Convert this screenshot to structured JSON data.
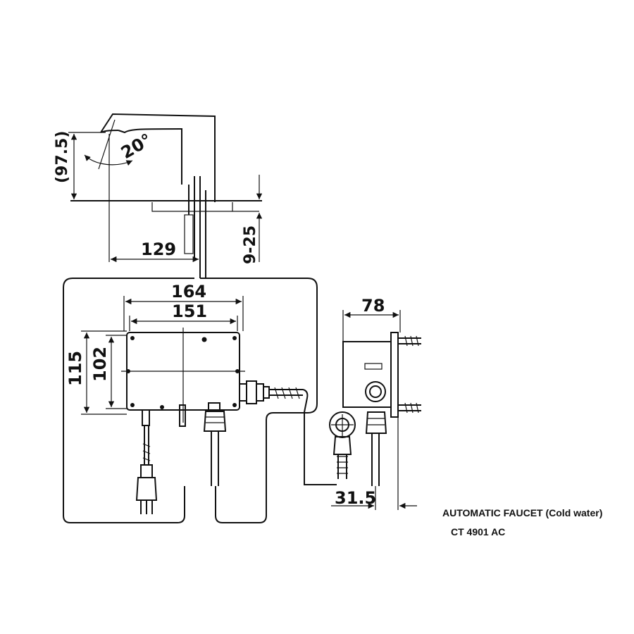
{
  "dimensions": {
    "d97_5": "(97.5)",
    "d20deg": "20°",
    "d129": "129",
    "d9_25": "9-25",
    "d164": "164",
    "d151": "151",
    "d115": "115",
    "d102": "102",
    "d78": "78",
    "d31_5": "31.5"
  },
  "caption": {
    "title": "AUTOMATIC FAUCET (Cold water)",
    "model": "CT 4901 AC"
  }
}
